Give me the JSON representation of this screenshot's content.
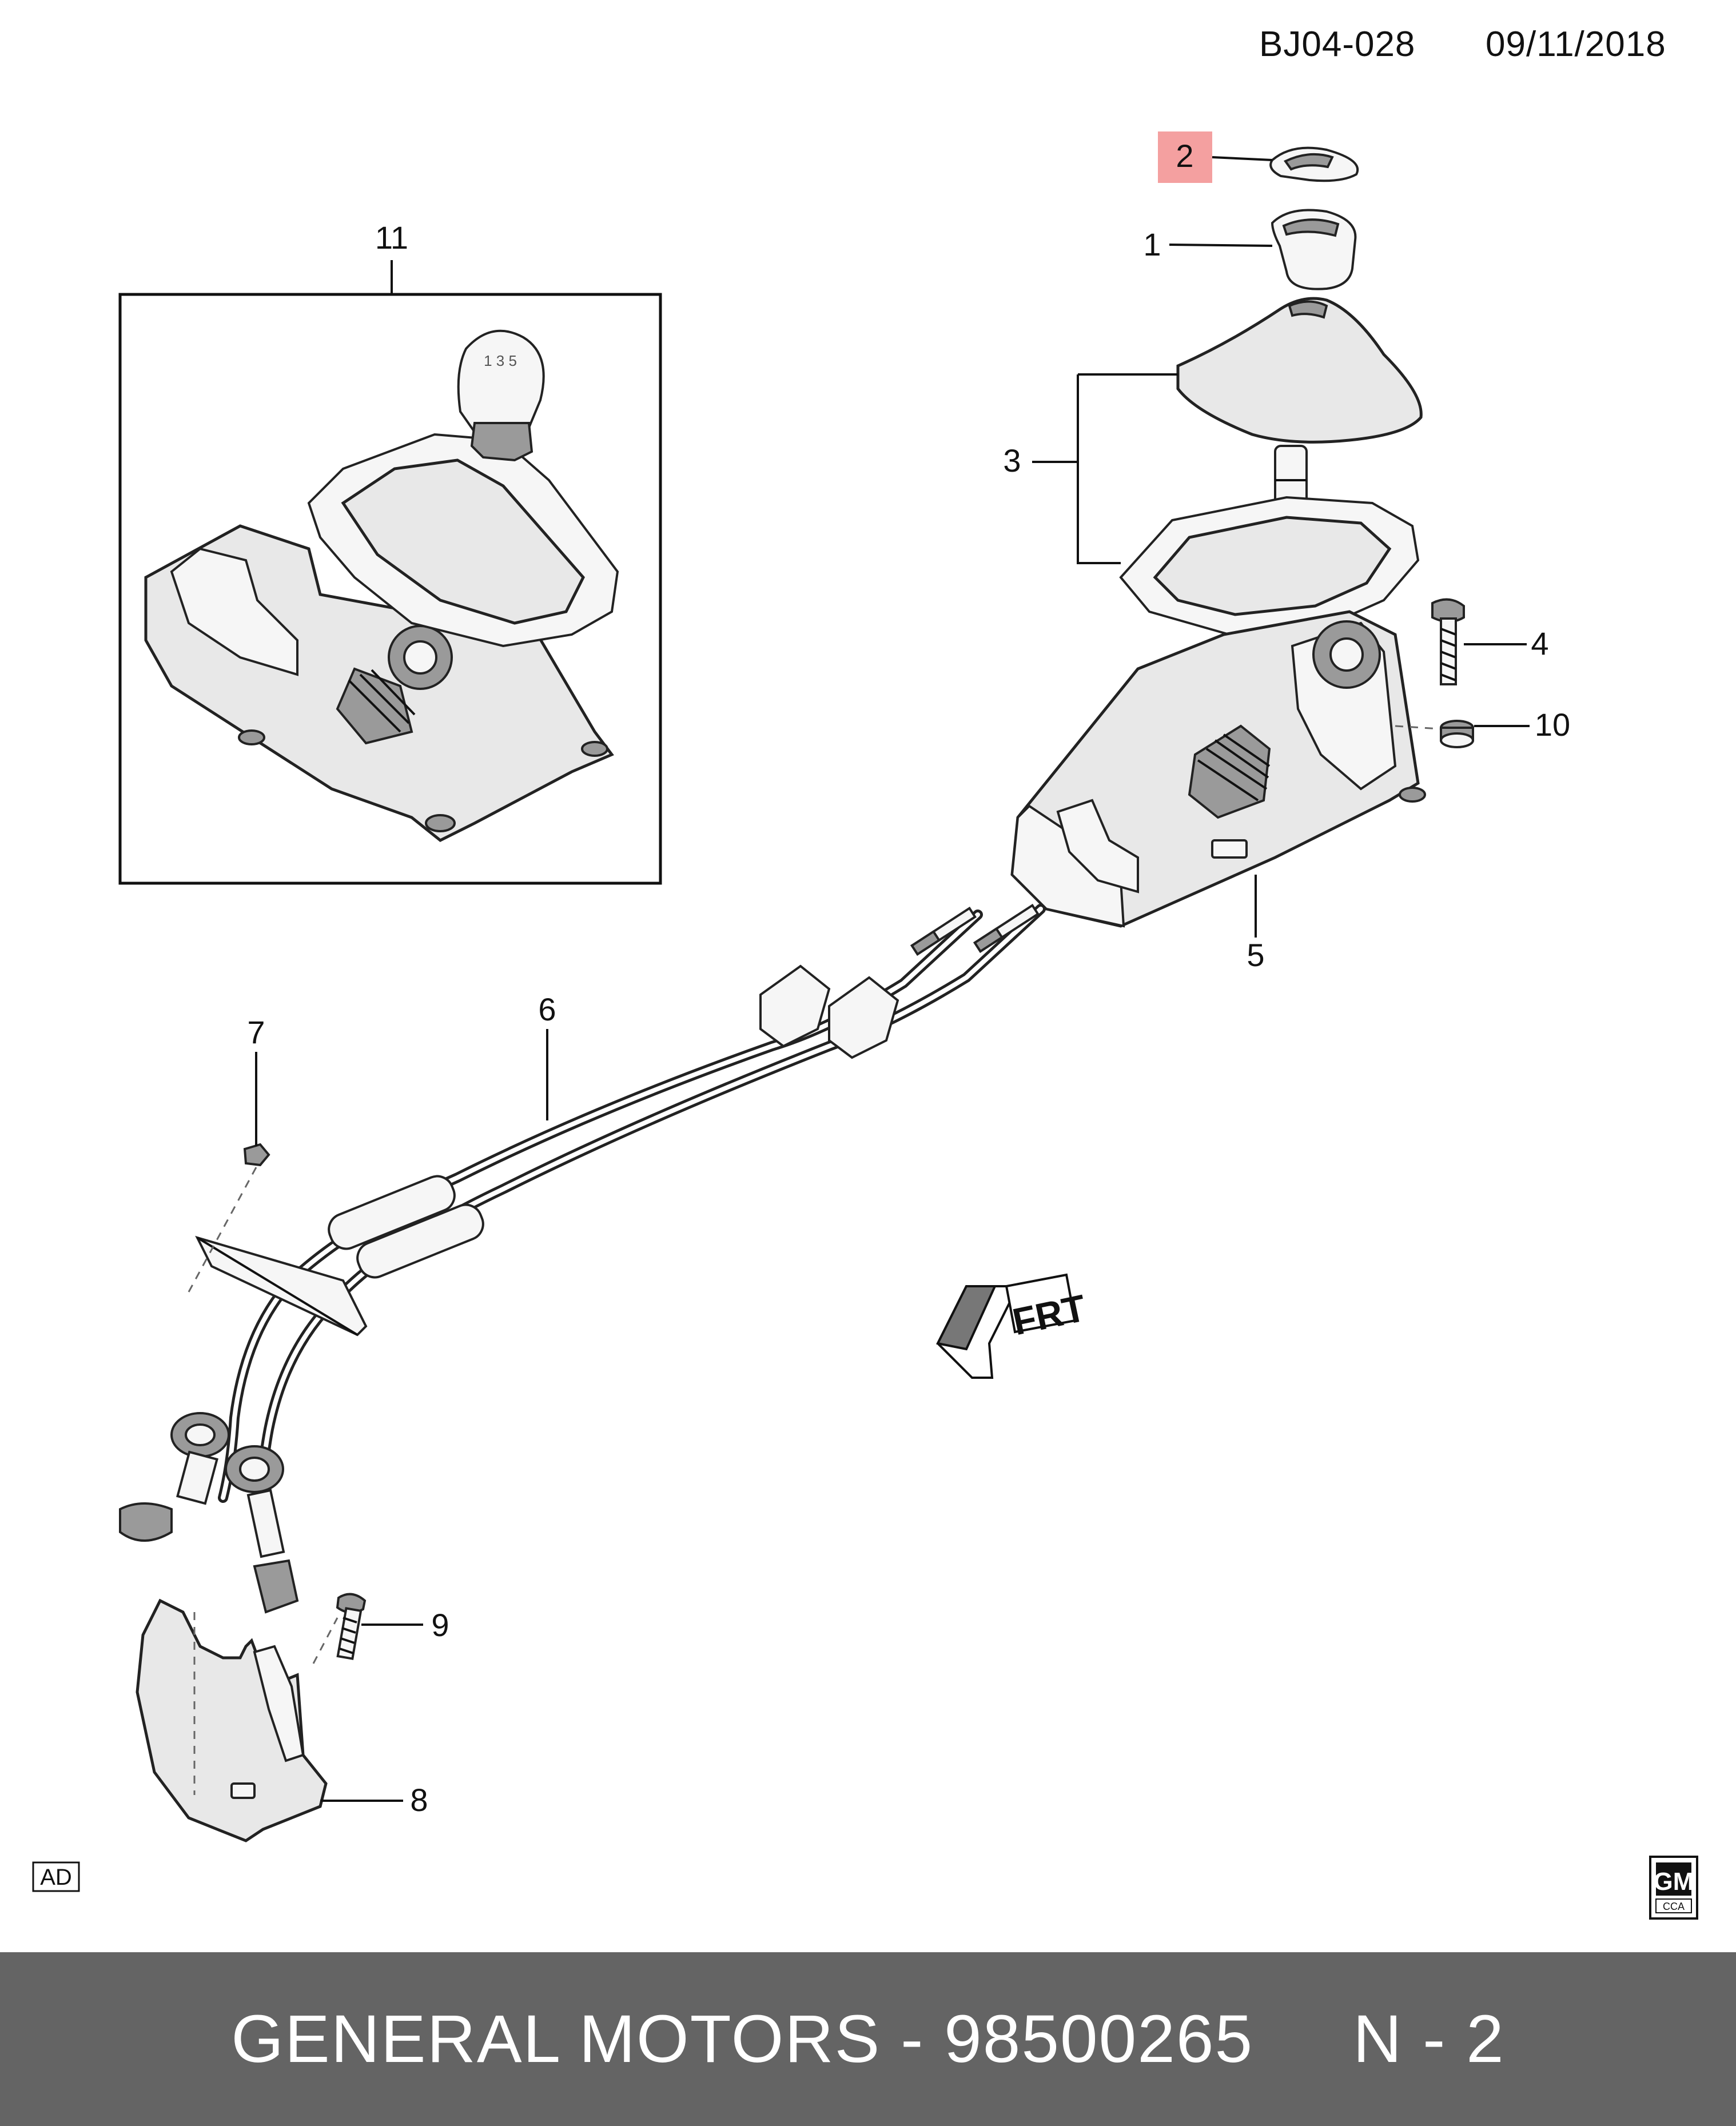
{
  "header": {
    "doc_code": "BJ04-028",
    "doc_date": "09/11/2018"
  },
  "callouts": {
    "c1": "1",
    "c2": "2",
    "c3": "3",
    "c4": "4",
    "c5": "5",
    "c6": "6",
    "c7": "7",
    "c8": "8",
    "c9": "9",
    "c10": "10",
    "c11": "11"
  },
  "highlight_color": "#f4a0a0",
  "corner_labels": {
    "ad": "AD",
    "gm": "GM",
    "cca": "CCA"
  },
  "direction_label": "FRT",
  "footer": {
    "text": "GENERAL MOTORS - 98500265     N - 2"
  },
  "icons": [
    "gm-logo-icon",
    "front-direction-arrow-icon"
  ]
}
